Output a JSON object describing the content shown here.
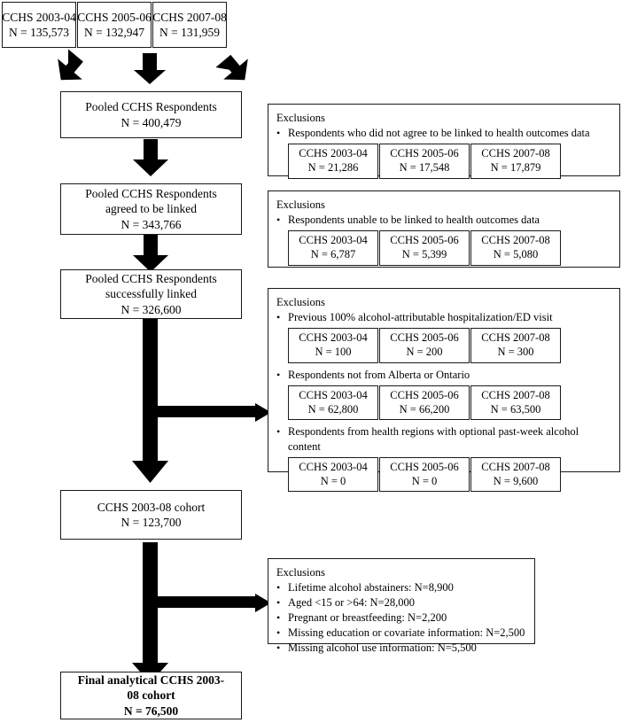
{
  "figure": {
    "type": "flowchart",
    "title": "CCHS 2003-08 cohort construction flow diagram"
  },
  "top_row": [
    {
      "name": "CCHS 2003-04",
      "n": "N = 135,573"
    },
    {
      "name": "CCHS 2005-06",
      "n": "N = 132,947"
    },
    {
      "name": "CCHS 2007-08",
      "n": "N = 131,959"
    }
  ],
  "main_boxes": [
    {
      "id": "pooled",
      "lines": [
        "Pooled CCHS Respondents",
        "N = 400,479"
      ]
    },
    {
      "id": "agreed",
      "lines": [
        "Pooled CCHS Respondents",
        "agreed to be linked",
        "N = 343,766"
      ]
    },
    {
      "id": "linked",
      "lines": [
        "Pooled CCHS Respondents",
        "successfully linked",
        "N = 326,600"
      ]
    },
    {
      "id": "cohort",
      "lines": [
        "CCHS 2003-08 cohort",
        "N = 123,700"
      ]
    },
    {
      "id": "final",
      "lines": [
        "Final analytical CCHS 2003-",
        "08 cohort",
        "N = 76,500"
      ],
      "bold": true
    }
  ],
  "exclusions": [
    {
      "id": "excl-1",
      "title": "Exclusions",
      "bullets": [
        {
          "text": "Respondents who did not agree to be linked to health outcomes data",
          "subboxes": [
            {
              "name": "CCHS 2003-04",
              "n": "N = 21,286"
            },
            {
              "name": "CCHS 2005-06",
              "n": "N = 17,548"
            },
            {
              "name": "CCHS 2007-08",
              "n": "N = 17,879"
            }
          ]
        }
      ]
    },
    {
      "id": "excl-2",
      "title": "Exclusions",
      "bullets": [
        {
          "text": "Respondents unable to be linked to health outcomes data",
          "subboxes": [
            {
              "name": "CCHS 2003-04",
              "n": "N = 6,787"
            },
            {
              "name": "CCHS 2005-06",
              "n": "N = 5,399"
            },
            {
              "name": "CCHS 2007-08",
              "n": "N = 5,080"
            }
          ]
        }
      ]
    },
    {
      "id": "excl-3",
      "title": "Exclusions",
      "bullets": [
        {
          "text": "Previous 100% alcohol-attributable hospitalization/ED visit",
          "subboxes": [
            {
              "name": "CCHS 2003-04",
              "n": "N = 100"
            },
            {
              "name": "CCHS 2005-06",
              "n": "N = 200"
            },
            {
              "name": "CCHS 2007-08",
              "n": "N = 300"
            }
          ]
        },
        {
          "text": "Respondents not from Alberta or Ontario",
          "subboxes": [
            {
              "name": "CCHS 2003-04",
              "n": "N = 62,800"
            },
            {
              "name": "CCHS 2005-06",
              "n": "N = 66,200"
            },
            {
              "name": "CCHS 2007-08",
              "n": "N = 63,500"
            }
          ]
        },
        {
          "text": "Respondents from health regions with optional past-week alcohol content",
          "subboxes": [
            {
              "name": "CCHS 2003-04",
              "n": "N = 0"
            },
            {
              "name": "CCHS 2005-06",
              "n": "N = 0"
            },
            {
              "name": "CCHS 2007-08",
              "n": "N = 9,600"
            }
          ]
        }
      ]
    },
    {
      "id": "excl-4",
      "title": "Exclusions",
      "bullets": [
        {
          "text": "Lifetime alcohol abstainers: N=8,900"
        },
        {
          "text": "Aged <15 or >64: N=28,000"
        },
        {
          "text": "Pregnant or breastfeeding: N=2,200"
        },
        {
          "text": "Missing education or covariate information: N=2,500"
        },
        {
          "text": "Missing alcohol use information: N=5,500"
        }
      ]
    }
  ],
  "bullet_glyph": "•",
  "colors": {
    "stroke": "#1a1a1a",
    "arrow": "#000000",
    "background": "#ffffff"
  }
}
